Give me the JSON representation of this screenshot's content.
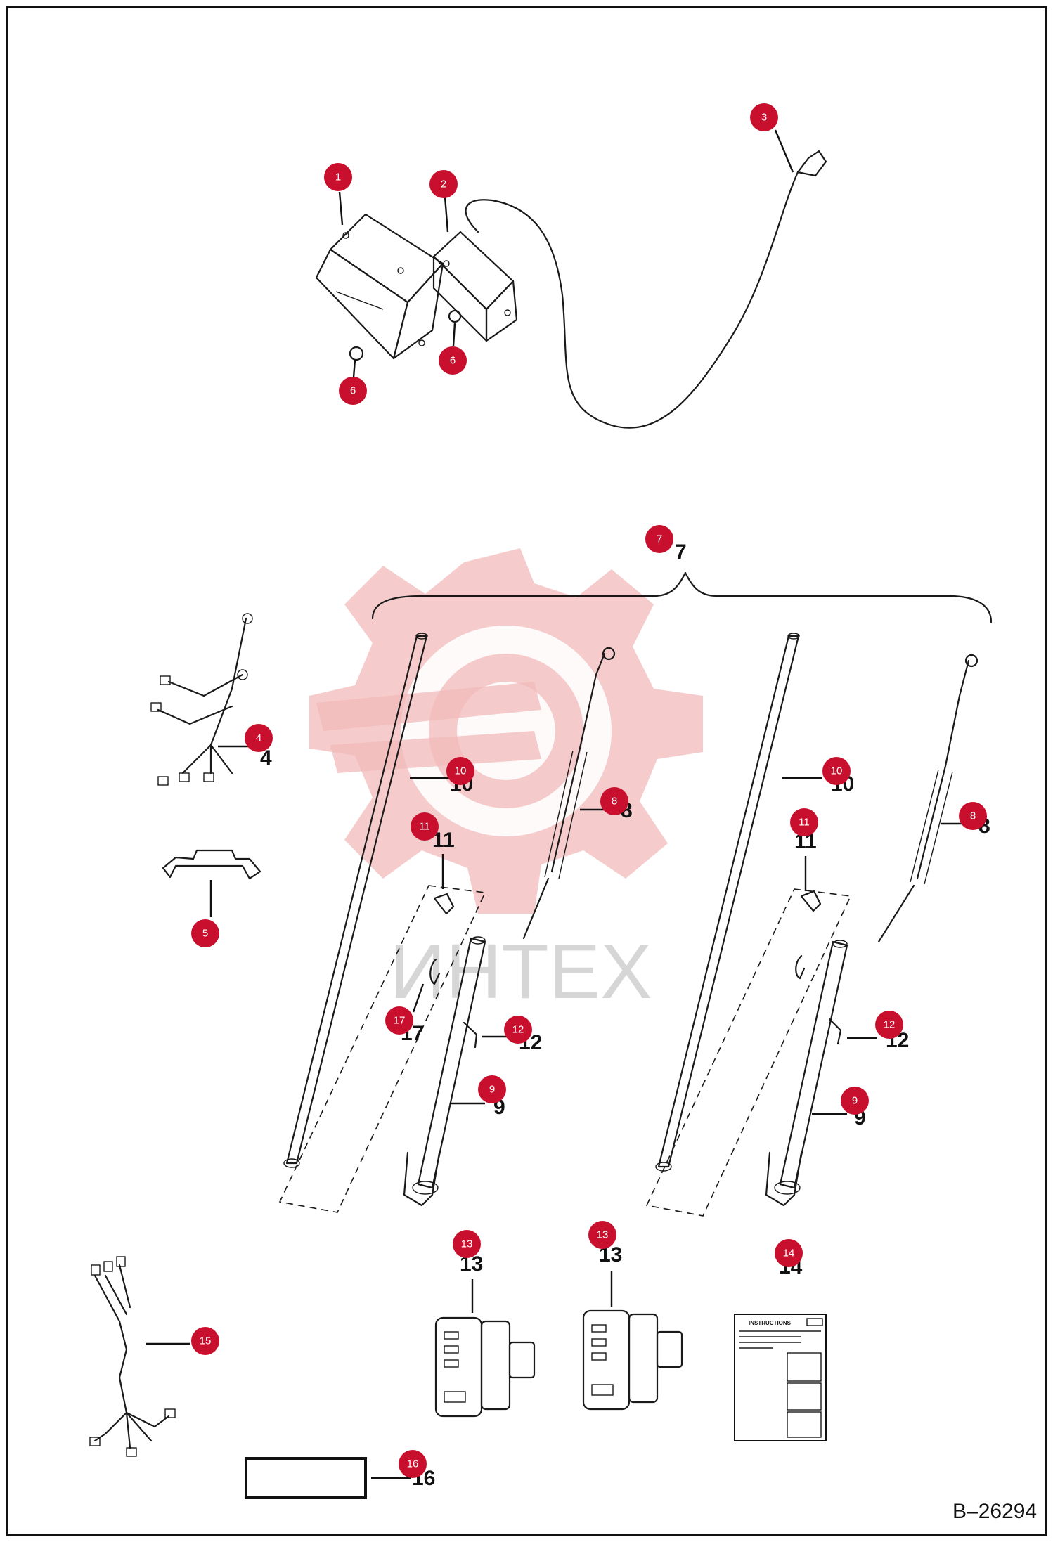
{
  "diagram_code": "B–26294",
  "watermark_text": "ИНТЕХ",
  "callout_color": "#c8102e",
  "callouts": [
    {
      "id": "c1",
      "badge": "1",
      "label": ""
    },
    {
      "id": "c2",
      "badge": "2",
      "label": ""
    },
    {
      "id": "c3",
      "badge": "3",
      "label": ""
    },
    {
      "id": "c6a",
      "badge": "6",
      "label": ""
    },
    {
      "id": "c6b",
      "badge": "6",
      "label": ""
    },
    {
      "id": "c7",
      "badge": "7",
      "label": "7"
    },
    {
      "id": "c4",
      "badge": "4",
      "label": "4"
    },
    {
      "id": "c5",
      "badge": "5",
      "label": ""
    },
    {
      "id": "c10a",
      "badge": "10",
      "label": "10"
    },
    {
      "id": "c8a",
      "badge": "8",
      "label": "8"
    },
    {
      "id": "c11a",
      "badge": "11",
      "label": "11"
    },
    {
      "id": "c17",
      "badge": "17",
      "label": "17"
    },
    {
      "id": "c12a",
      "badge": "12",
      "label": "12"
    },
    {
      "id": "c9a",
      "badge": "9",
      "label": "9"
    },
    {
      "id": "c10b",
      "badge": "10",
      "label": "10"
    },
    {
      "id": "c8b",
      "badge": "8",
      "label": "8"
    },
    {
      "id": "c11b",
      "badge": "11",
      "label": "11"
    },
    {
      "id": "c12b",
      "badge": "12",
      "label": "12"
    },
    {
      "id": "c9b",
      "badge": "9",
      "label": "9"
    },
    {
      "id": "c13a",
      "badge": "13",
      "label": "13"
    },
    {
      "id": "c13b",
      "badge": "13",
      "label": "13"
    },
    {
      "id": "c14",
      "badge": "14",
      "label": "14"
    },
    {
      "id": "c15",
      "badge": "15",
      "label": ""
    },
    {
      "id": "c16",
      "badge": "16",
      "label": "16"
    }
  ],
  "instruction_sheet": {
    "heading": "INSTRUCTIONS"
  }
}
